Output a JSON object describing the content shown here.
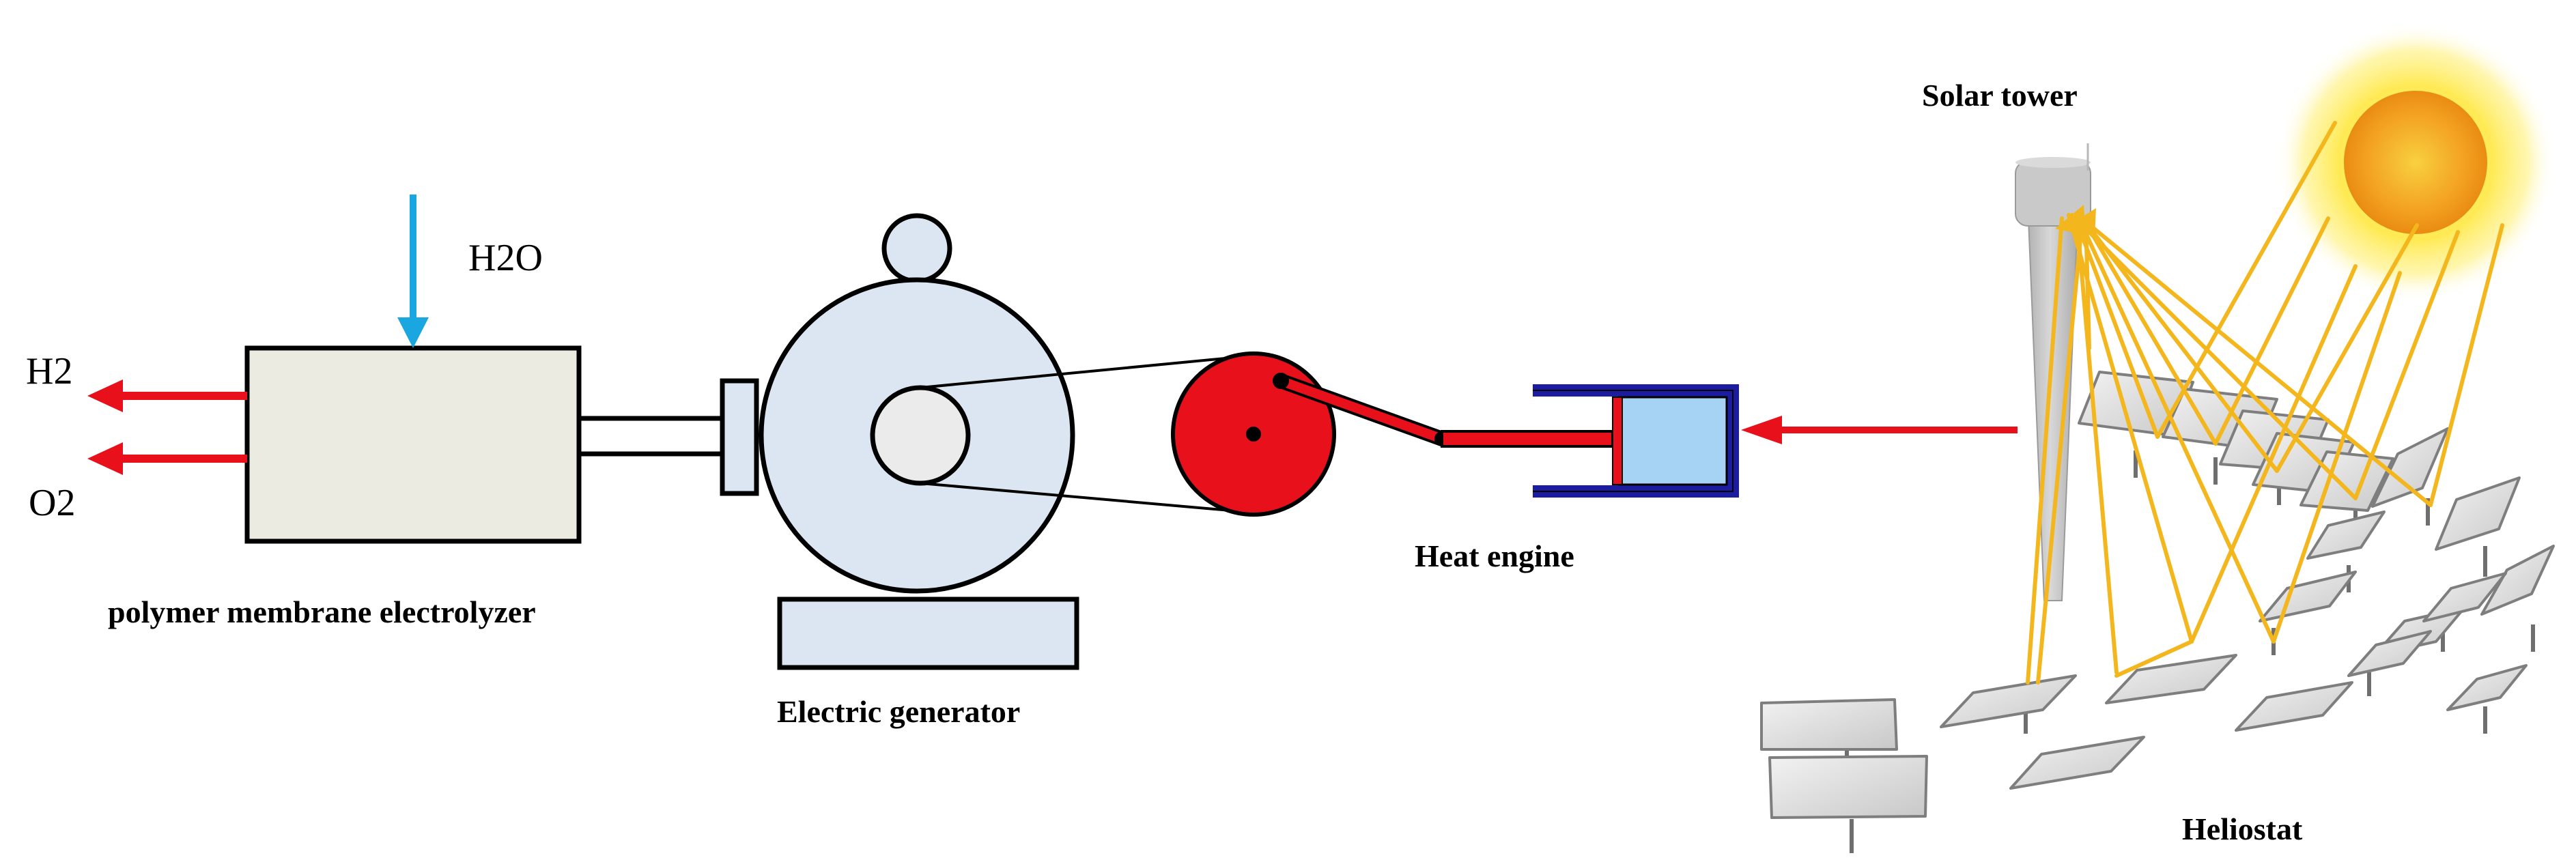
{
  "labels": {
    "h2o": "H2O",
    "h2": "H2",
    "o2": "O2",
    "electrolyzer": "polymer membrane electrolyzer",
    "generator": "Electric generator",
    "heat_engine": "Heat engine",
    "solar_tower": "Solar tower",
    "heliostat": "Heliostat"
  },
  "colors": {
    "flow_arrow": "#e8101a",
    "water_arrow": "#1aa6e0",
    "electrolyzer_fill": "#ecebe1",
    "generator_fill": "#dce6f2",
    "flywheel_fill": "#e8101a",
    "piston_housing": "#1c1ca0",
    "piston_fill": "#a6d2f4",
    "sun_rays": "#f3b71d",
    "sun_core": "#f3a020",
    "tower_fill": "#c4c4c4",
    "mirror_fill": "#e4e4e4"
  }
}
